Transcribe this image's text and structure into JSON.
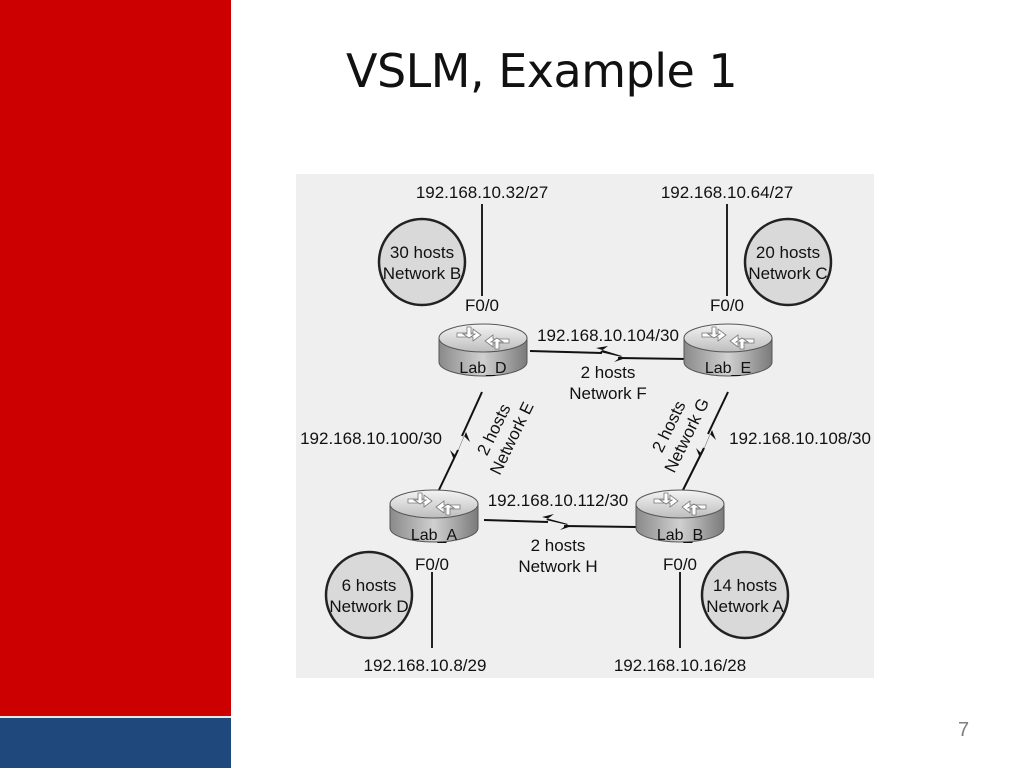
{
  "slide": {
    "title": "VSLM, Example 1",
    "number": "7"
  },
  "colors": {
    "sidebar_red": "#cc0000",
    "sidebar_blue": "#1f497d",
    "diagram_background": "#efefef",
    "host_circle_fill": "#d9d9d9"
  },
  "routers": [
    {
      "id": "lab-d",
      "label": "Lab_D"
    },
    {
      "id": "lab-e",
      "label": "Lab_E"
    },
    {
      "id": "lab-a",
      "label": "Lab_A"
    },
    {
      "id": "lab-b",
      "label": "Lab_B"
    }
  ],
  "lan_networks": [
    {
      "id": "network-b",
      "hosts": "30 hosts",
      "name": "Network B",
      "subnet": "192.168.10.32/27",
      "interface": "F0/0",
      "router": "Lab_D"
    },
    {
      "id": "network-c",
      "hosts": "20 hosts",
      "name": "Network C",
      "subnet": "192.168.10.64/27",
      "interface": "F0/0",
      "router": "Lab_E"
    },
    {
      "id": "network-d",
      "hosts": "6 hosts",
      "name": "Network D",
      "subnet": "192.168.10.8/29",
      "interface": "F0/0",
      "router": "Lab_A"
    },
    {
      "id": "network-a",
      "hosts": "14 hosts",
      "name": "Network A",
      "subnet": "192.168.10.16/28",
      "interface": "F0/0",
      "router": "Lab_B"
    }
  ],
  "wan_links": [
    {
      "id": "network-f",
      "hosts": "2 hosts",
      "name": "Network F",
      "subnet": "192.168.10.104/30",
      "between": [
        "Lab_D",
        "Lab_E"
      ]
    },
    {
      "id": "network-e",
      "hosts": "2 hosts",
      "name": "Network E",
      "subnet": "192.168.10.100/30",
      "between": [
        "Lab_D",
        "Lab_A"
      ]
    },
    {
      "id": "network-g",
      "hosts": "2 hosts",
      "name": "Network G",
      "subnet": "192.168.10.108/30",
      "between": [
        "Lab_E",
        "Lab_B"
      ]
    },
    {
      "id": "network-h",
      "hosts": "2 hosts",
      "name": "Network H",
      "subnet": "192.168.10.112/30",
      "between": [
        "Lab_A",
        "Lab_B"
      ]
    }
  ]
}
